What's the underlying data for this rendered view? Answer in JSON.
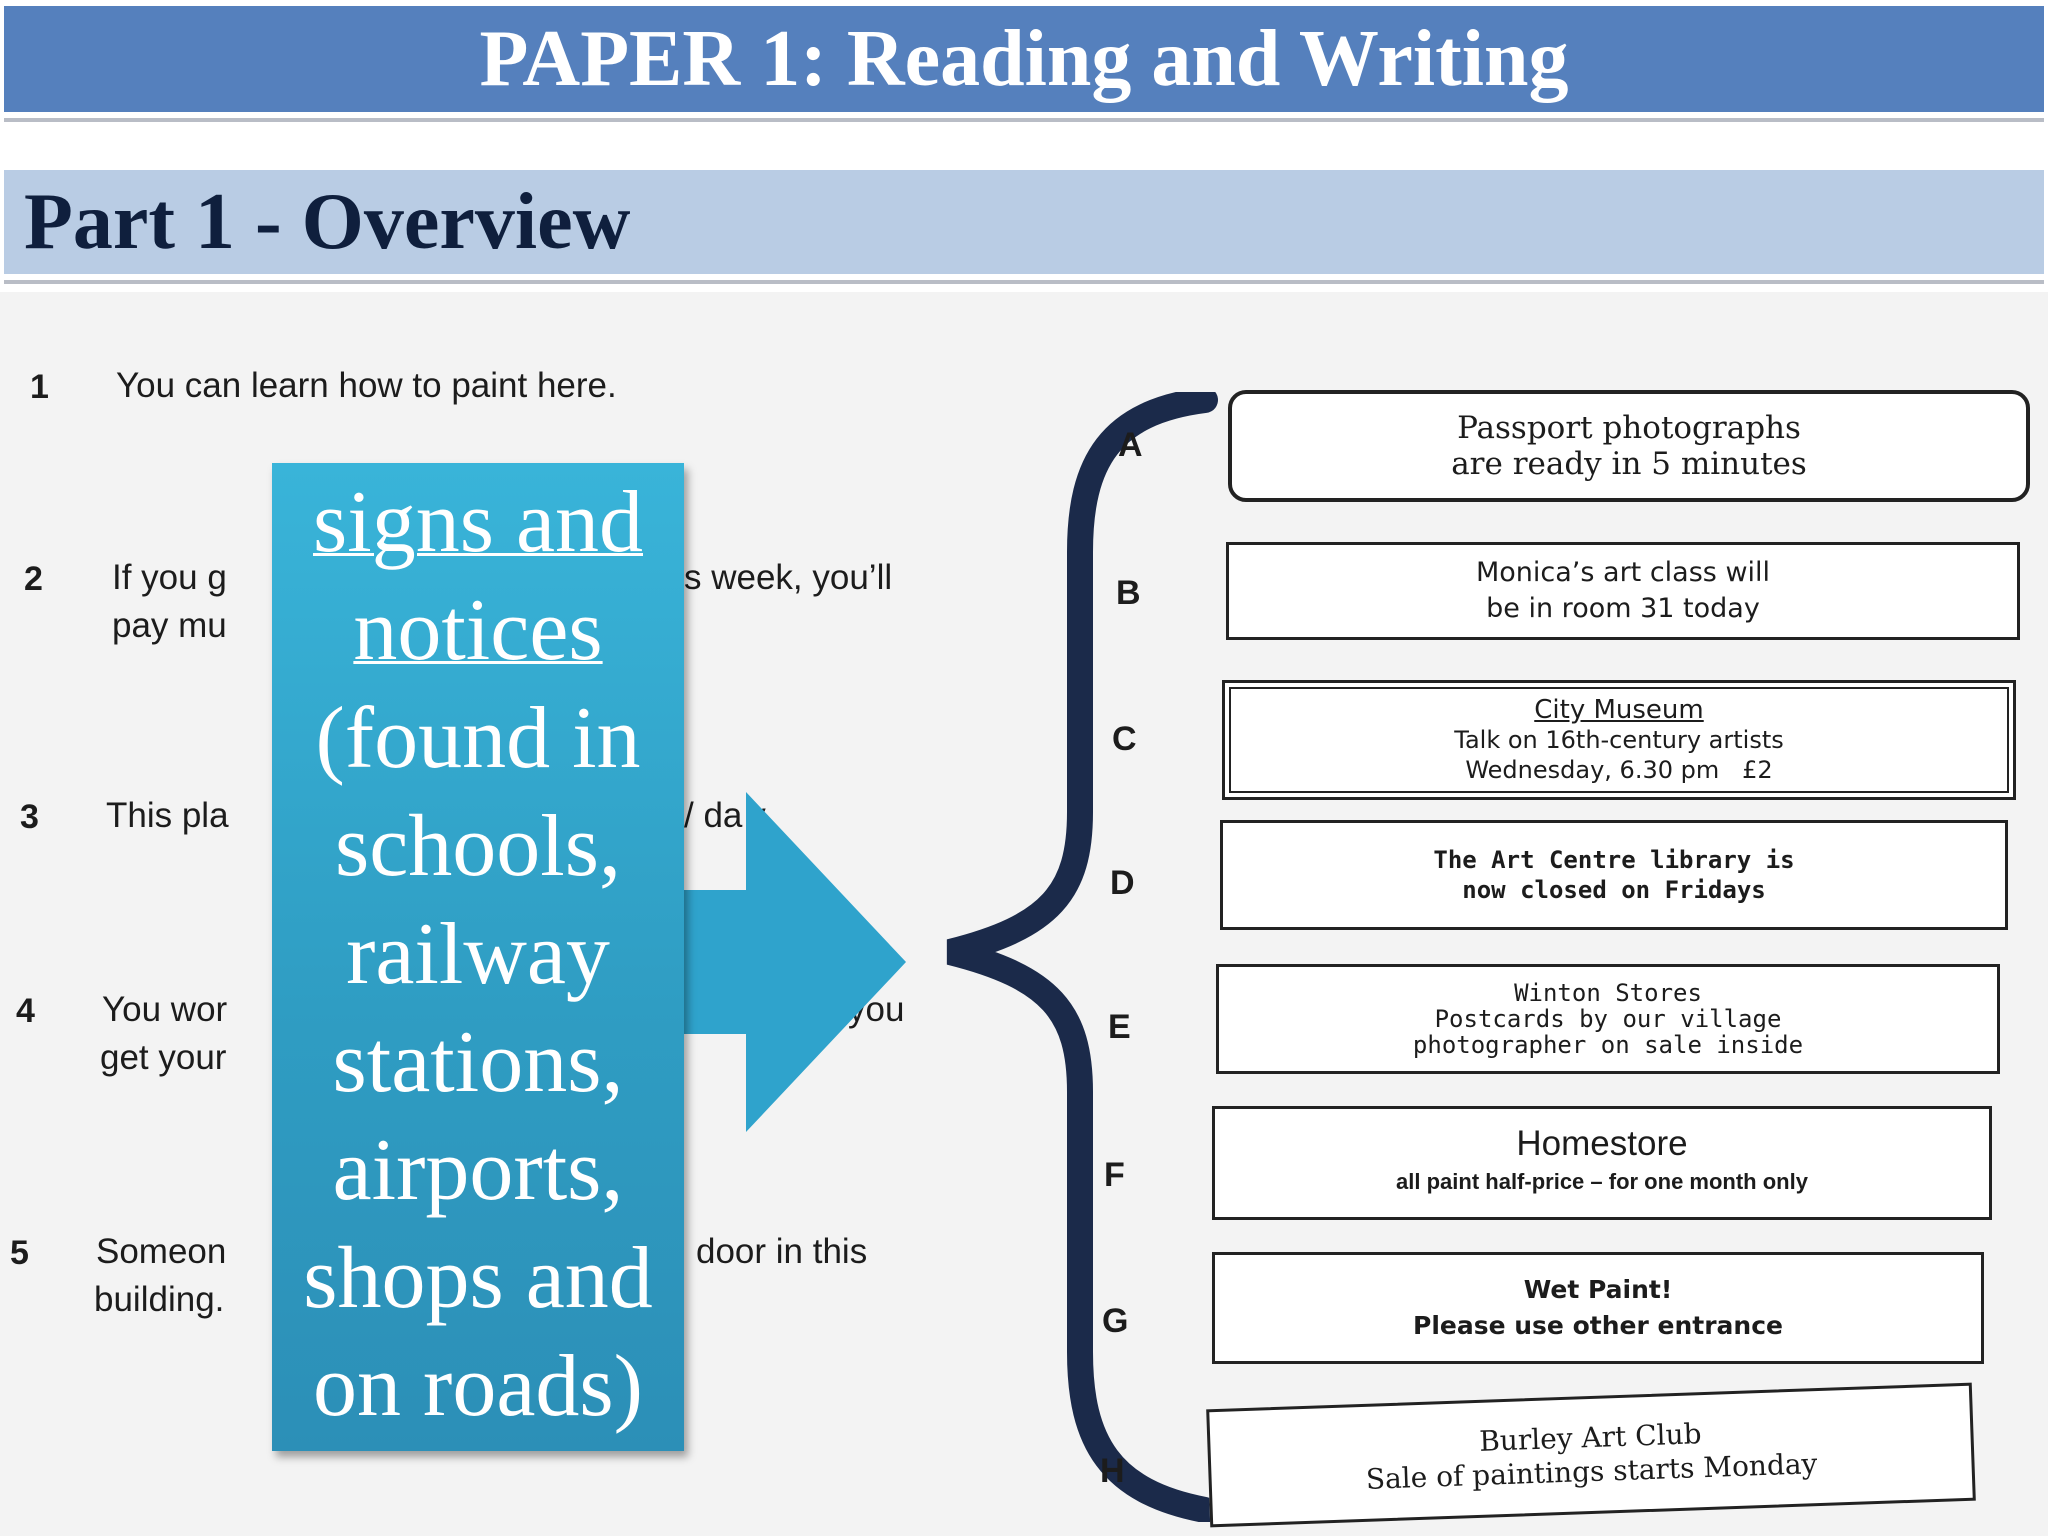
{
  "header": {
    "title": "PAPER 1: Reading and Writing"
  },
  "subheader": {
    "title": "Part 1 - Overview"
  },
  "questions": [
    {
      "num": "1",
      "text": "You can learn how to paint here."
    },
    {
      "num": "2",
      "line1": "If you g",
      "line1b": "s week, you’ll",
      "line2": "pay mu"
    },
    {
      "num": "3",
      "line1": "This pla",
      "line1b": "/ da y."
    },
    {
      "num": "4",
      "line1": "You wor",
      "line1b": "you",
      "line2": "get your"
    },
    {
      "num": "5",
      "line1": "Someon",
      "line1b": "door in this",
      "line2": "building."
    }
  ],
  "options": [
    {
      "letter": "A",
      "lines": [
        "Passport photographs",
        "are ready in 5 minutes"
      ]
    },
    {
      "letter": "B",
      "lines": [
        "Monica’s art class will",
        "be in room 31 today"
      ]
    },
    {
      "letter": "C",
      "lines": [
        "City Museum",
        "Talk on 16th-century artists",
        "Wednesday, 6.30 pm   £2"
      ]
    },
    {
      "letter": "D",
      "lines": [
        "The Art Centre library is",
        "now closed on Fridays"
      ]
    },
    {
      "letter": "E",
      "lines": [
        "Winton Stores",
        "Postcards by our village",
        "photographer on sale inside"
      ]
    },
    {
      "letter": "F",
      "lines": [
        "Homestore",
        "all paint half-price – for one month only"
      ]
    },
    {
      "letter": "G",
      "lines": [
        "Wet Paint!",
        "Please use other entrance"
      ]
    },
    {
      "letter": "H",
      "lines": [
        "Burley Art Club",
        "Sale of paintings starts Monday"
      ]
    }
  ],
  "callout": {
    "line1": "signs and",
    "line2": "notices",
    "rest": [
      "(found in",
      "schools,",
      "railway",
      "stations,",
      "airports,",
      "shops and",
      "on roads)"
    ]
  },
  "colors": {
    "banner": "#5580bd",
    "subbanner": "#b9cce4",
    "callout": "#33a8cf",
    "brace": "#1b2a4a"
  }
}
